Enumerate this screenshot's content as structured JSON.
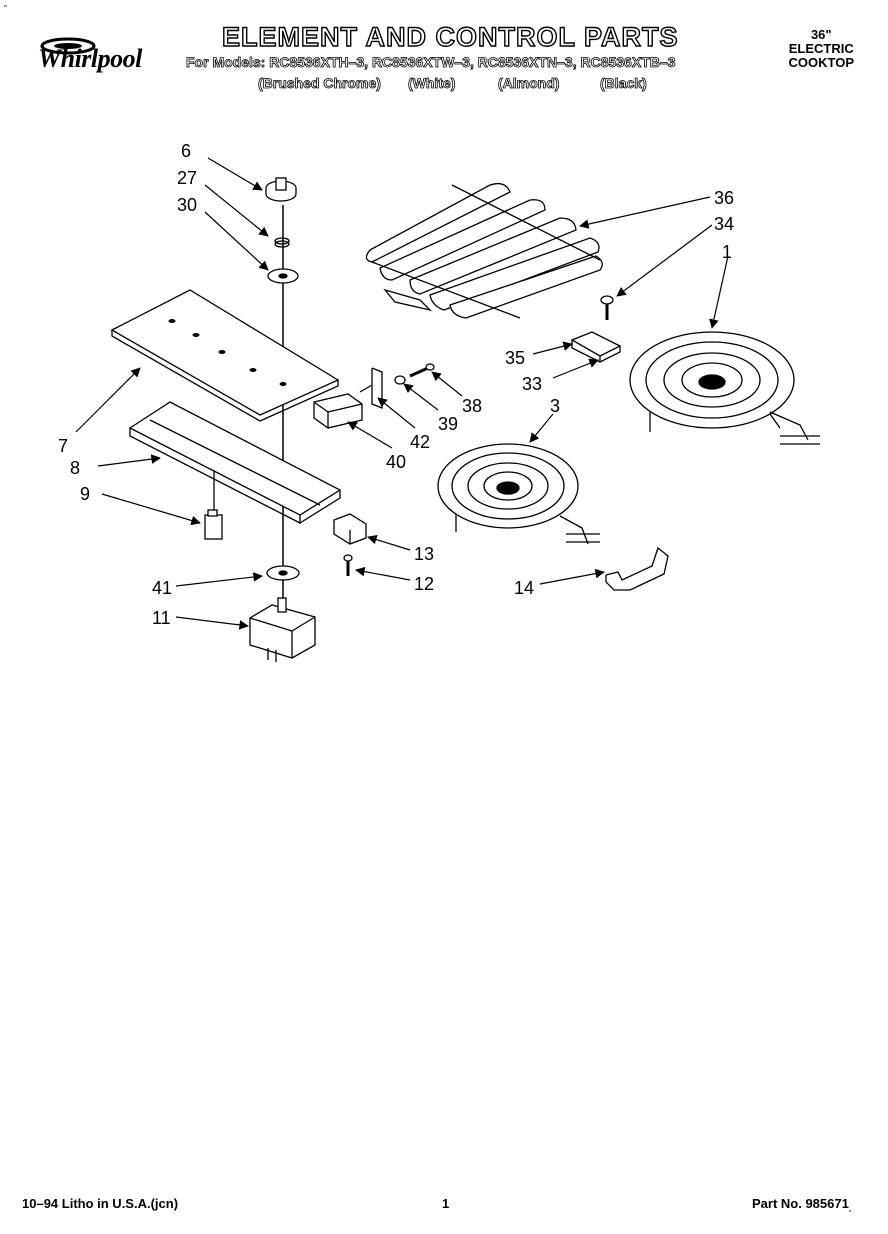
{
  "header": {
    "brand": "Whirlpool",
    "corner_mark": "″",
    "title": "ELEMENT AND CONTROL PARTS",
    "models_line": "For Models: RC8536XTH–3, RC8536XTW–3, RC8536XTN–3, RC8536XTB–3",
    "colors": [
      "(Brushed Chrome)",
      "(White)",
      "(Almond)",
      "(Black)"
    ],
    "product": [
      "36\"",
      "ELECTRIC",
      "COOKTOP"
    ]
  },
  "callouts": {
    "c6": "6",
    "c27": "27",
    "c30": "30",
    "c7": "7",
    "c8": "8",
    "c9": "9",
    "c41": "41",
    "c11": "11",
    "c40": "40",
    "c42": "42",
    "c39": "39",
    "c38": "38",
    "c13": "13",
    "c12": "12",
    "c36": "36",
    "c34": "34",
    "c1": "1",
    "c35": "35",
    "c33": "33",
    "c3": "3",
    "c14": "14"
  },
  "footer": {
    "left": "10–94 Litho in U.S.A.(jcn)",
    "center": "1",
    "right": "Part No. 985671",
    "right_suffix": "."
  }
}
